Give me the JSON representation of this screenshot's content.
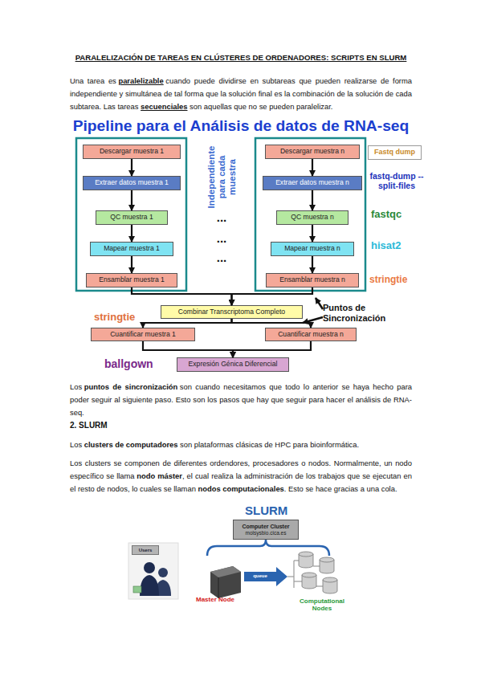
{
  "diagram": {
    "title": "PARALELIZACIÓN DE TAREAS EN CLÚSTERES DE ORDENADORES: SCRIPTS EN SLURM",
    "nodes": [
      {
        "text": [
          "Descargar muestra 1"
        ]
      },
      {
        "text": [
          "Extraer datos muestra 1"
        ]
      },
      {
        "text": [
          "QC muestra 1"
        ]
      },
      {
        "text": [
          "Mapear muestra 1"
        ]
      },
      {
        "text": [
          "Ensamblar muestra 1"
        ]
      },
      {
        "text": [
          "Descargar muestra n"
        ]
      },
      {
        "text": [
          "Extraer datos muestra n"
        ]
      },
      {
        "text": [
          "QC muestra n"
        ]
      },
      {
        "text": [
          "Mapear muestra n"
        ]
      },
      {
        "text": [
          "Ensamblar muestra n"
        ]
      },
      {
        "text": [
          "Fastq dump"
        ]
      },
      {
        "text": [
          "Combinar Transcriptoma Completo"
        ]
      },
      {
        "text": [
          "Cuantificar muestra 1"
        ]
      },
      {
        "text": [
          "Cuantificar muestra n"
        ]
      },
      {
        "text": [
          "Expresión Génica Diferencial"
        ]
      },
      {
        "text": [
          "Users"
        ]
      },
      {
        "text": [
          "Computer Cluster",
          "molsysbio.cica.es"
        ]
      }
    ],
    "edges": [
      {
        "from": 0,
        "to": 1,
        "arrow": "to"
      },
      {
        "from": 1,
        "to": 2,
        "arrow": "to"
      },
      {
        "from": 2,
        "to": 3,
        "arrow": "to"
      },
      {
        "from": 3,
        "to": 4,
        "arrow": "to"
      },
      {
        "from": 5,
        "to": 6,
        "arrow": "to"
      },
      {
        "from": 6,
        "to": 7,
        "arrow": "to"
      },
      {
        "from": 7,
        "to": 8,
        "arrow": "to"
      },
      {
        "from": 8,
        "to": 9,
        "arrow": "to"
      },
      {
        "from": 4,
        "to": 11,
        "arrow": "to"
      },
      {
        "from": 9,
        "to": 11,
        "arrow": "to"
      },
      {
        "from": 11,
        "to": 12,
        "arrow": "to"
      },
      {
        "from": 11,
        "to": 13,
        "arrow": "to"
      },
      {
        "from": 12,
        "to": 14,
        "arrow": "to"
      },
      {
        "from": 13,
        "to": 14,
        "arrow": "to"
      }
    ],
    "labels": [
      "Una tarea es",
      "paralelizable",
      "cuando puede dividirse en subtareas que pueden realizarse de forma independiente y simultánea de tal forma que la solución final es la combinación de la solución de cada subtarea. Las tareas",
      "secuenciales",
      "son aquellas que no se pueden paralelizar.",
      "Pipeline para el Análisis de datos de RNA-seq",
      "Independiente para cada muestra",
      "...",
      "...",
      "...",
      "fastq-dump --split-files",
      "fastqc",
      "hisat2",
      "stringtie",
      "Puntos de Sincronización",
      "stringtie",
      "ballgown",
      "Los",
      "puntos de sincronización",
      "son cuando necesitamos que todo lo anterior se haya hecho para poder seguir al siguiente paso. Esto son los pasos que hay que seguir para hacer el análisis de RNA-seq.",
      "2. SLURM",
      "Los",
      "clusters de computadores",
      "son plataformas clásicas de HPC para bioinformática.",
      "Los clusters se componen de diferentes ordendores, procesadores o nodos. Normalmente, un nodo específico se llama",
      "nodo máster",
      ", el cual realiza la administración de los trabajos que se ejecutan en el resto de nodos, lo cuales se llaman",
      "nodos computacionales",
      ". Esto se hace gracias a una cola.",
      "SLURM",
      "queue",
      "Master Node",
      "Computational Nodes"
    ]
  }
}
